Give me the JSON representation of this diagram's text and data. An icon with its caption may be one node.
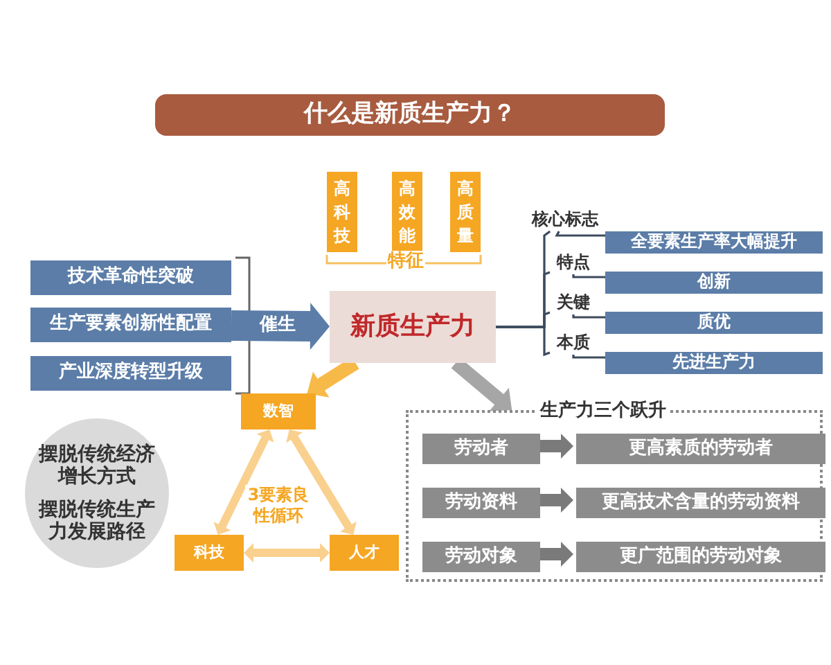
{
  "diagram": {
    "nodes": [
      {
        "text": [
          "什么是新质生产力？"
        ]
      },
      {
        "text": [
          "高科技"
        ]
      },
      {
        "text": [
          "高效能"
        ]
      },
      {
        "text": [
          "高质量"
        ]
      },
      {
        "text": [
          "技术革命性突破"
        ]
      },
      {
        "text": [
          "生产要素创新性配置"
        ]
      },
      {
        "text": [
          "产业深度转型升级"
        ]
      },
      {
        "text": [
          "新质生产力"
        ]
      },
      {
        "text": [
          "核心标志"
        ]
      },
      {
        "text": [
          "全要素生产率大幅提升"
        ]
      },
      {
        "text": [
          "特点"
        ]
      },
      {
        "text": [
          "创新"
        ]
      },
      {
        "text": [
          "关键"
        ]
      },
      {
        "text": [
          "质优"
        ]
      },
      {
        "text": [
          "本质"
        ]
      },
      {
        "text": [
          "先进生产力"
        ]
      },
      {
        "text": [
          "摆脱传统经济增长方式",
          "摆脱传统生产力发展路径"
        ]
      },
      {
        "text": [
          "数智"
        ]
      },
      {
        "text": [
          "科技"
        ]
      },
      {
        "text": [
          "人才"
        ]
      },
      {
        "text": [
          "生产力三个跃升"
        ]
      },
      {
        "text": [
          "劳动者"
        ],
        "in": 20
      },
      {
        "text": [
          "更高素质的劳动者"
        ],
        "in": 20
      },
      {
        "text": [
          "劳动资料"
        ],
        "in": 20
      },
      {
        "text": [
          "更高技术含量的劳动资料"
        ],
        "in": 20
      },
      {
        "text": [
          "劳动对象"
        ],
        "in": 20
      },
      {
        "text": [
          "更广范围的劳动对象"
        ],
        "in": 20
      }
    ],
    "edges": [
      {
        "from": 5,
        "to": 7,
        "arrow": "to",
        "label": "催生",
        "style": "thick",
        "color": "#5b7da8"
      },
      {
        "from": 7,
        "to": 8,
        "arrow": "none",
        "color": "#3c4a5c"
      },
      {
        "from": 7,
        "to": 10,
        "arrow": "none",
        "color": "#3c4a5c"
      },
      {
        "from": 7,
        "to": 12,
        "arrow": "none",
        "color": "#3c4a5c"
      },
      {
        "from": 7,
        "to": 14,
        "arrow": "none",
        "color": "#3c4a5c"
      },
      {
        "from": 8,
        "to": 9,
        "arrow": "none",
        "color": "#3c4a5c"
      },
      {
        "from": 10,
        "to": 11,
        "arrow": "none",
        "color": "#3c4a5c"
      },
      {
        "from": 12,
        "to": 13,
        "arrow": "none",
        "color": "#3c4a5c"
      },
      {
        "from": 14,
        "to": 15,
        "arrow": "none",
        "color": "#3c4a5c"
      },
      {
        "from": 7,
        "to": 17,
        "arrow": "to",
        "style": "thick",
        "color": "#f7b948"
      },
      {
        "from": 7,
        "to": 20,
        "arrow": "to",
        "style": "thick",
        "color": "#a6a6a6"
      },
      {
        "from": 17,
        "to": 18,
        "arrow": "both",
        "style": "thick",
        "color": "#f9d08e"
      },
      {
        "from": 17,
        "to": 19,
        "arrow": "both",
        "style": "thick",
        "color": "#f9d08e"
      },
      {
        "from": 18,
        "to": 19,
        "arrow": "both",
        "style": "thick",
        "color": "#f9d08e"
      },
      {
        "from": 21,
        "to": 22,
        "arrow": "to",
        "style": "thick",
        "color": "#7a7a7a"
      },
      {
        "from": 23,
        "to": 24,
        "arrow": "to",
        "style": "thick",
        "color": "#7a7a7a"
      },
      {
        "from": 25,
        "to": 26,
        "arrow": "to",
        "style": "thick",
        "color": "#7a7a7a"
      }
    ],
    "labels": [
      "特征",
      "3要素良性循环"
    ]
  }
}
